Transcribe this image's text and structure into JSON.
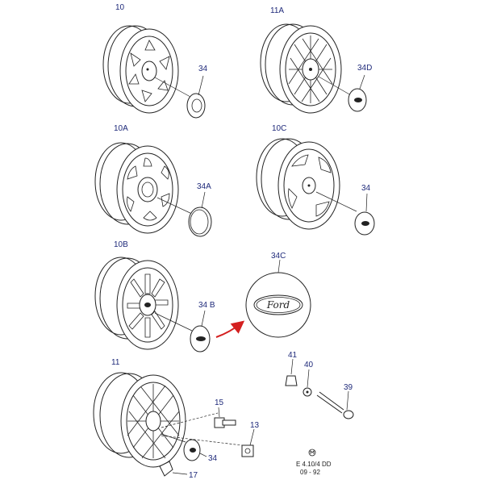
{
  "labels": {
    "p10": "10",
    "p11a": "11A",
    "p34_1": "34",
    "p34d": "34D",
    "p10a": "10A",
    "p10c": "10C",
    "p34a": "34A",
    "p34_2": "34",
    "p10b": "10B",
    "p34c": "34C",
    "p34b": "34 B",
    "p11": "11",
    "p41": "41",
    "p40": "40",
    "p39": "39",
    "p15": "15",
    "p13": "13",
    "p34_3": "34",
    "p17": "17"
  },
  "emblem_text": "Ford",
  "footer": {
    "line1": "E 4.10/4 DD",
    "line2": "09 - 92"
  },
  "colors": {
    "label": "#1f2a7a",
    "arrow": "#d42020",
    "ink": "#222222"
  }
}
